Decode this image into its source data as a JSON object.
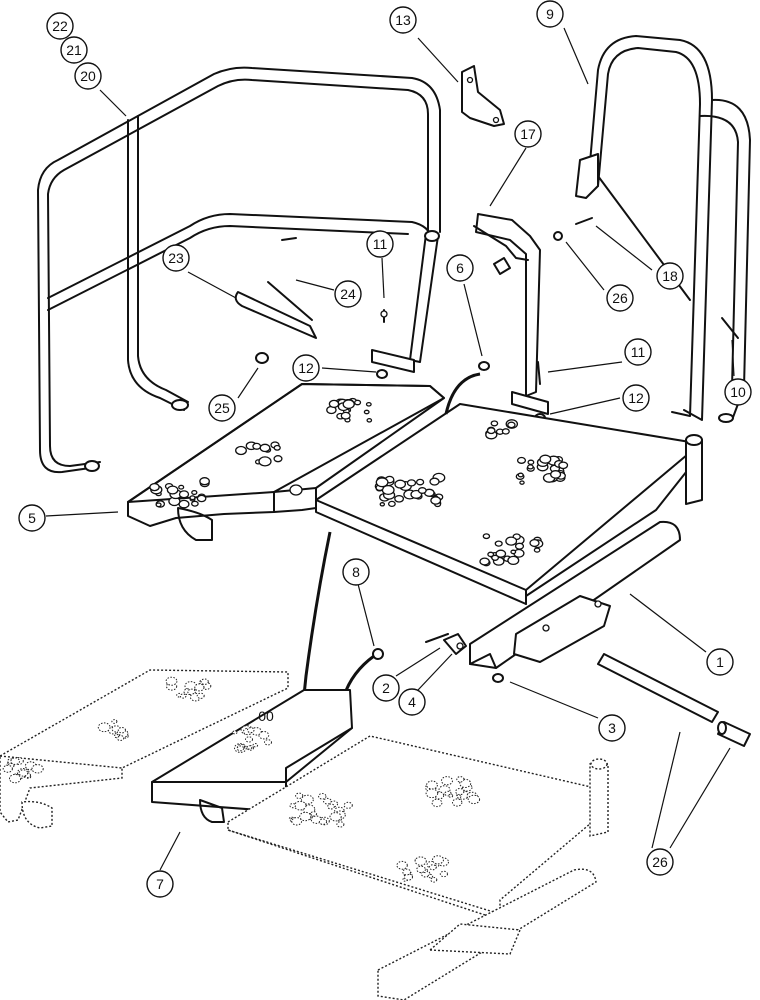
{
  "diagram": {
    "callouts": [
      {
        "id": "c22",
        "label": "22"
      },
      {
        "id": "c21",
        "label": "21"
      },
      {
        "id": "c20",
        "label": "20"
      },
      {
        "id": "c13",
        "label": "13"
      },
      {
        "id": "c9",
        "label": "9"
      },
      {
        "id": "c17",
        "label": "17"
      },
      {
        "id": "c11a",
        "label": "11"
      },
      {
        "id": "c23",
        "label": "23"
      },
      {
        "id": "c24",
        "label": "24"
      },
      {
        "id": "c6",
        "label": "6"
      },
      {
        "id": "c26a",
        "label": "26"
      },
      {
        "id": "c18",
        "label": "18"
      },
      {
        "id": "c12a",
        "label": "12"
      },
      {
        "id": "c25",
        "label": "25"
      },
      {
        "id": "c11b",
        "label": "11"
      },
      {
        "id": "c12b",
        "label": "12"
      },
      {
        "id": "c10",
        "label": "10"
      },
      {
        "id": "c5",
        "label": "5"
      },
      {
        "id": "c1",
        "label": "1"
      },
      {
        "id": "c8",
        "label": "8"
      },
      {
        "id": "c2",
        "label": "2"
      },
      {
        "id": "c4",
        "label": "4"
      },
      {
        "id": "c3",
        "label": "3"
      },
      {
        "id": "c7",
        "label": "7"
      },
      {
        "id": "c26b",
        "label": "26"
      }
    ],
    "inline_text": {
      "oo": "00"
    }
  }
}
